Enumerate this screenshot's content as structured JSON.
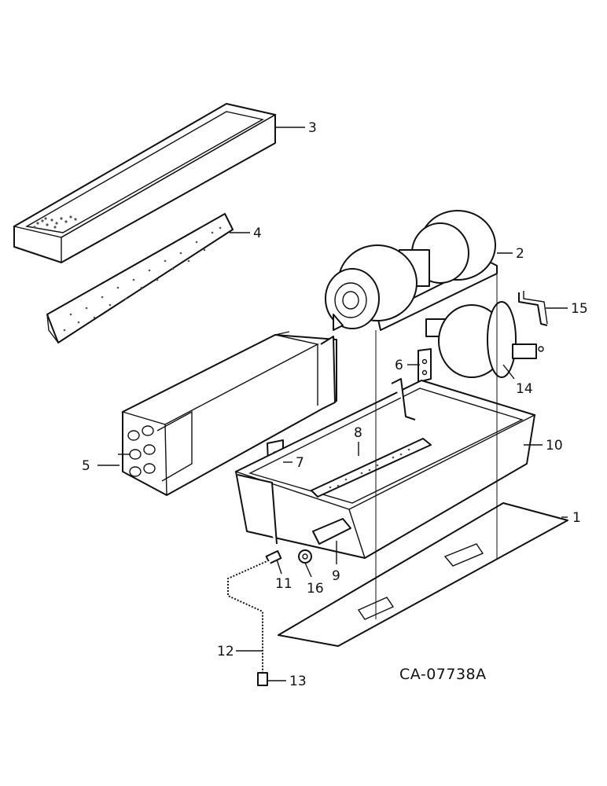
{
  "diagram": {
    "drawing_number": "CA-07738A",
    "callouts": [
      {
        "id": "1",
        "text": "1"
      },
      {
        "id": "2",
        "text": "2"
      },
      {
        "id": "3",
        "text": "3"
      },
      {
        "id": "4",
        "text": "4"
      },
      {
        "id": "5",
        "text": "5"
      },
      {
        "id": "6",
        "text": "6"
      },
      {
        "id": "7",
        "text": "7"
      },
      {
        "id": "8",
        "text": "8"
      },
      {
        "id": "9",
        "text": "9"
      },
      {
        "id": "10",
        "text": "10"
      },
      {
        "id": "11",
        "text": "11"
      },
      {
        "id": "12",
        "text": "12"
      },
      {
        "id": "13",
        "text": "13"
      },
      {
        "id": "14",
        "text": "14"
      },
      {
        "id": "15",
        "text": "15"
      },
      {
        "id": "16",
        "text": "16"
      }
    ]
  }
}
